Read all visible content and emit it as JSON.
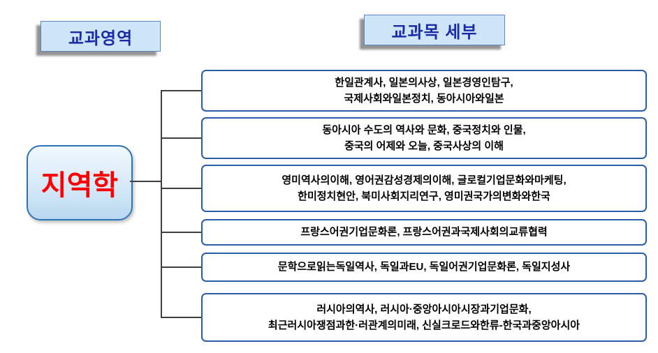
{
  "colors": {
    "header_fill": "#cfe6f8",
    "header_text": "#1b2aa6",
    "header_shadow": "#6e6e6e",
    "box_border": "#2a5ca8",
    "root_border": "#2e75b6",
    "root_text": "#ff0000",
    "connector": "#3f3f3f"
  },
  "headers": {
    "left": "교과영역",
    "right": "교과목 세부"
  },
  "root": {
    "label": "지역학"
  },
  "branches": [
    {
      "text": "한일관계사, 일본의사상, 일본경영인탐구,\n국제사회와일본정치, 동아시아와일본"
    },
    {
      "text": "동아시아 수도의 역사와 문화, 중국정치와 인물,\n중국의 어제와 오늘, 중국사상의 이해"
    },
    {
      "text": "영미역사의이해, 영어권감성경제의이해, 글로컬기업문화와마케팅,\n한미정치현안, 북미사회지리연구, 영미권국가의변화와한국"
    },
    {
      "text": "프랑스어권기업문화론, 프랑스어권과국제사회의교류협력"
    },
    {
      "text": "문학으로읽는독일역사, 독일과EU, 독일어권기업문화론, 독일지성사"
    },
    {
      "text": "러시아의역사, 러시아·중앙아시아시장과기업문화,\n최근러시아쟁점과한·러관계의미래, 신실크로드와한류-한국과중앙아시아"
    }
  ]
}
